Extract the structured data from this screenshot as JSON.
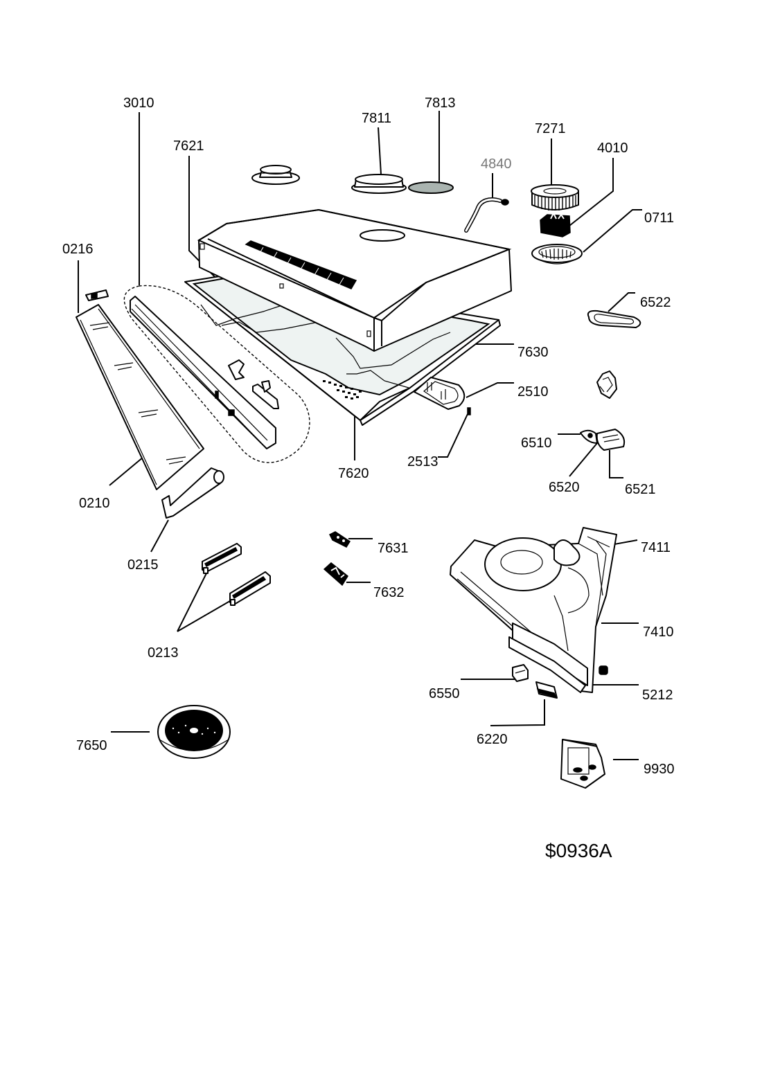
{
  "diagram": {
    "title_code": "$0936A",
    "subject": "Cooker hood exploded parts view",
    "colors": {
      "line": "#000000",
      "background": "#ffffff",
      "filter_fill": "#eef3f2",
      "grey_label": "#777777",
      "seal_fill": "#aab4b0"
    },
    "labels": {
      "p3010": "3010",
      "p7621": "7621",
      "p7811": "7811",
      "p7813": "7813",
      "p4840": "4840",
      "p7271": "7271",
      "p4010": "4010",
      "p0711": "0711",
      "p0216": "0216",
      "p6522": "6522",
      "p7630": "7630",
      "p2510": "2510",
      "p6510": "6510",
      "p2513": "2513",
      "p7620": "7620",
      "p6520": "6520",
      "p6521": "6521",
      "p0210": "0210",
      "p0215": "0215",
      "p7631": "7631",
      "p7411": "7411",
      "p7632": "7632",
      "p7410": "7410",
      "p0213": "0213",
      "p6550": "6550",
      "p5212": "5212",
      "p7650": "7650",
      "p6220": "6220",
      "p9930": "9930"
    }
  }
}
